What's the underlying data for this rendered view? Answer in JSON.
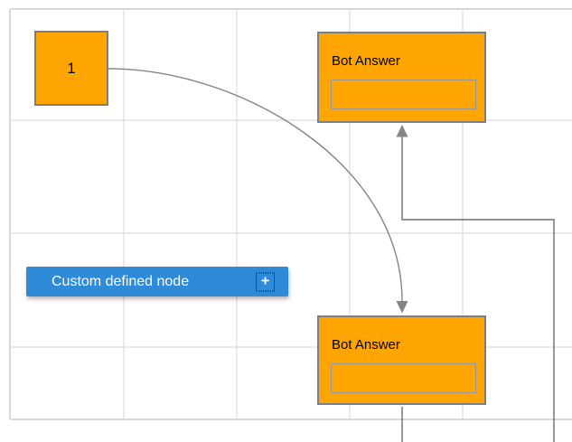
{
  "diagram": {
    "nodes": {
      "start": {
        "label": "1"
      },
      "bot_answer_top": {
        "title": "Bot Answer",
        "field_value": ""
      },
      "bot_answer_bottom": {
        "title": "Bot Answer",
        "field_value": ""
      },
      "custom": {
        "label": "Custom defined node",
        "add_button": "+"
      }
    },
    "connectors": [
      {
        "name": "bezier-from-start-to-bottom-bot-answer",
        "type": "bezier"
      },
      {
        "name": "orthogonal-into-top-bot-answer",
        "type": "orthogonal"
      },
      {
        "name": "bottom-bot-answer-outgoing-stub",
        "type": "straight"
      }
    ]
  },
  "colors": {
    "node_fill": "#FFA502",
    "node_border": "#7E7E7E",
    "accent_blue": "#2E8BD9",
    "connector": "#848484",
    "grid_line": "#E0E0E0",
    "grid_border": "#D8D8D8",
    "field_border": "#979797",
    "text_dark": "#000000",
    "text_light": "#FFFFFF"
  }
}
